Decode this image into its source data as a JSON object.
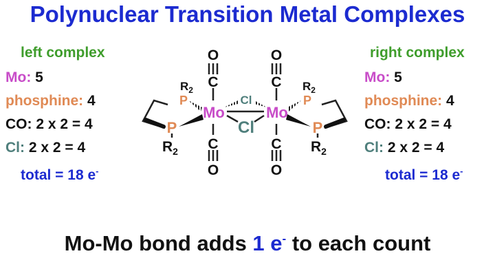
{
  "title": "Polynuclear Transition Metal Complexes",
  "colors": {
    "title": "#1c2bd0",
    "heading": "#3f9d2c",
    "mo": "#c84cc8",
    "phosphine": "#e08a55",
    "cl": "#4f7f7c",
    "total": "#1c2bd0",
    "text": "#111111"
  },
  "left": {
    "heading": "left complex",
    "rows": [
      {
        "label": "Mo:",
        "value": " 5",
        "color": "mo"
      },
      {
        "label": "phosphine:",
        "value": " 4",
        "color": "phosphine"
      },
      {
        "label": "CO:",
        "value": " 2 x 2 = 4",
        "color": "text"
      },
      {
        "label": "Cl:",
        "value": " 2 x 2 = 4",
        "color": "cl"
      }
    ],
    "total": "total = 18 e",
    "total_sup": "-"
  },
  "right": {
    "heading": "right complex",
    "rows": [
      {
        "label": "Mo:",
        "value": " 5",
        "color": "mo"
      },
      {
        "label": "phosphine:",
        "value": " 4",
        "color": "phosphine"
      },
      {
        "label": "CO:",
        "value": " 2 x 2 = 4",
        "color": "text"
      },
      {
        "label": "Cl:",
        "value": " 2 x 2 = 4",
        "color": "cl"
      }
    ],
    "total": "total = 18 e",
    "total_sup": "-"
  },
  "molecule": {
    "mo": "Mo",
    "cl": "Cl",
    "p": "P",
    "r": "R",
    "r_sub": "2",
    "c": "C",
    "o": "O"
  },
  "bottom": {
    "part1": "Mo-Mo bond adds ",
    "highlight": "1 e",
    "sup": "-",
    "part2": " to each count"
  }
}
